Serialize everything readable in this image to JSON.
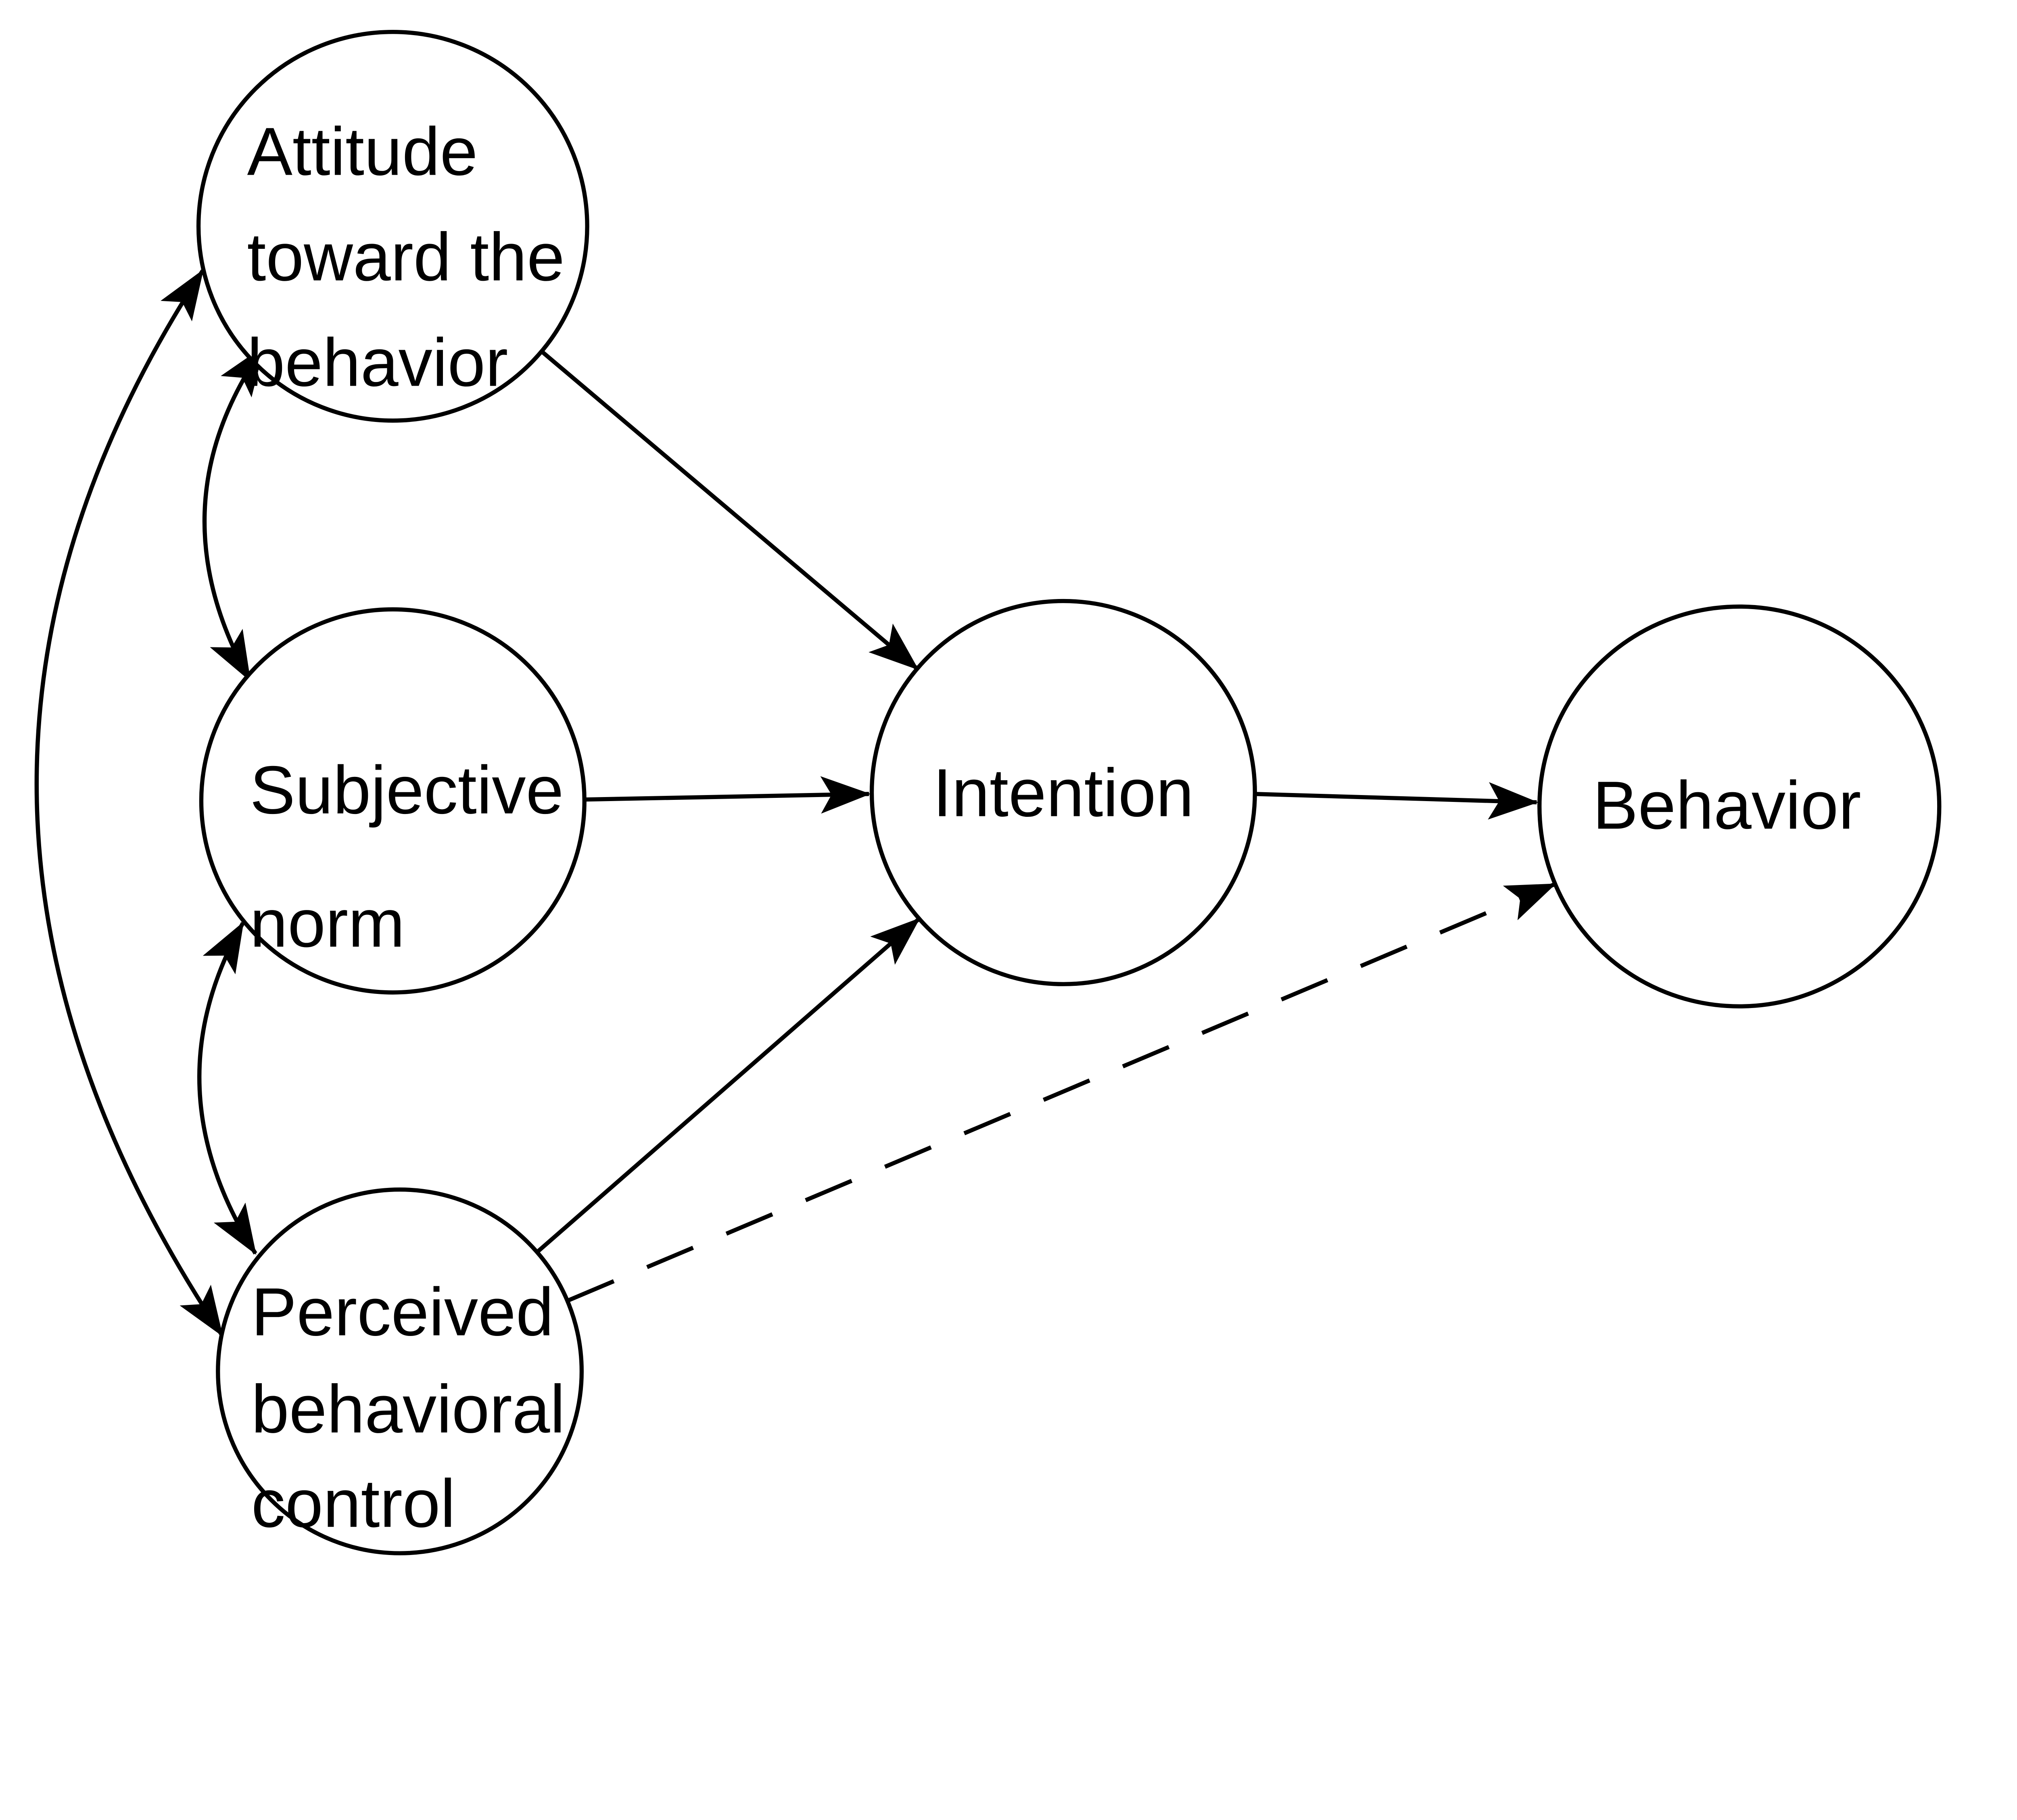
{
  "style": {
    "background_color": "#ffffff",
    "line_color": "#000000",
    "text_color": "#000000"
  },
  "nodes": {
    "attitude": {
      "shape": "circle",
      "lines": [
        "Attitude",
        "toward the",
        "behavior"
      ]
    },
    "subjective_norm": {
      "shape": "circle",
      "lines": [
        "Subjective",
        "norm"
      ]
    },
    "perceived_behavioral_control": {
      "shape": "circle",
      "lines": [
        "Perceived",
        "behavioral",
        "control"
      ]
    },
    "intention": {
      "shape": "circle",
      "lines": [
        "Intention"
      ]
    },
    "behavior": {
      "shape": "circle",
      "lines": [
        "Behavior"
      ]
    }
  },
  "edges": [
    {
      "from": "attitude",
      "to": "intention",
      "style": "solid",
      "direction": "one-way"
    },
    {
      "from": "subjective_norm",
      "to": "intention",
      "style": "solid",
      "direction": "one-way"
    },
    {
      "from": "perceived_behavioral_control",
      "to": "intention",
      "style": "solid",
      "direction": "one-way"
    },
    {
      "from": "intention",
      "to": "behavior",
      "style": "solid",
      "direction": "one-way"
    },
    {
      "from": "perceived_behavioral_control",
      "to": "behavior",
      "style": "dashed",
      "direction": "one-way"
    },
    {
      "from": "attitude",
      "to": "subjective_norm",
      "style": "curved",
      "direction": "two-way"
    },
    {
      "from": "subjective_norm",
      "to": "perceived_behavioral_control",
      "style": "curved",
      "direction": "two-way"
    },
    {
      "from": "attitude",
      "to": "perceived_behavioral_control",
      "style": "curved",
      "direction": "two-way"
    }
  ]
}
